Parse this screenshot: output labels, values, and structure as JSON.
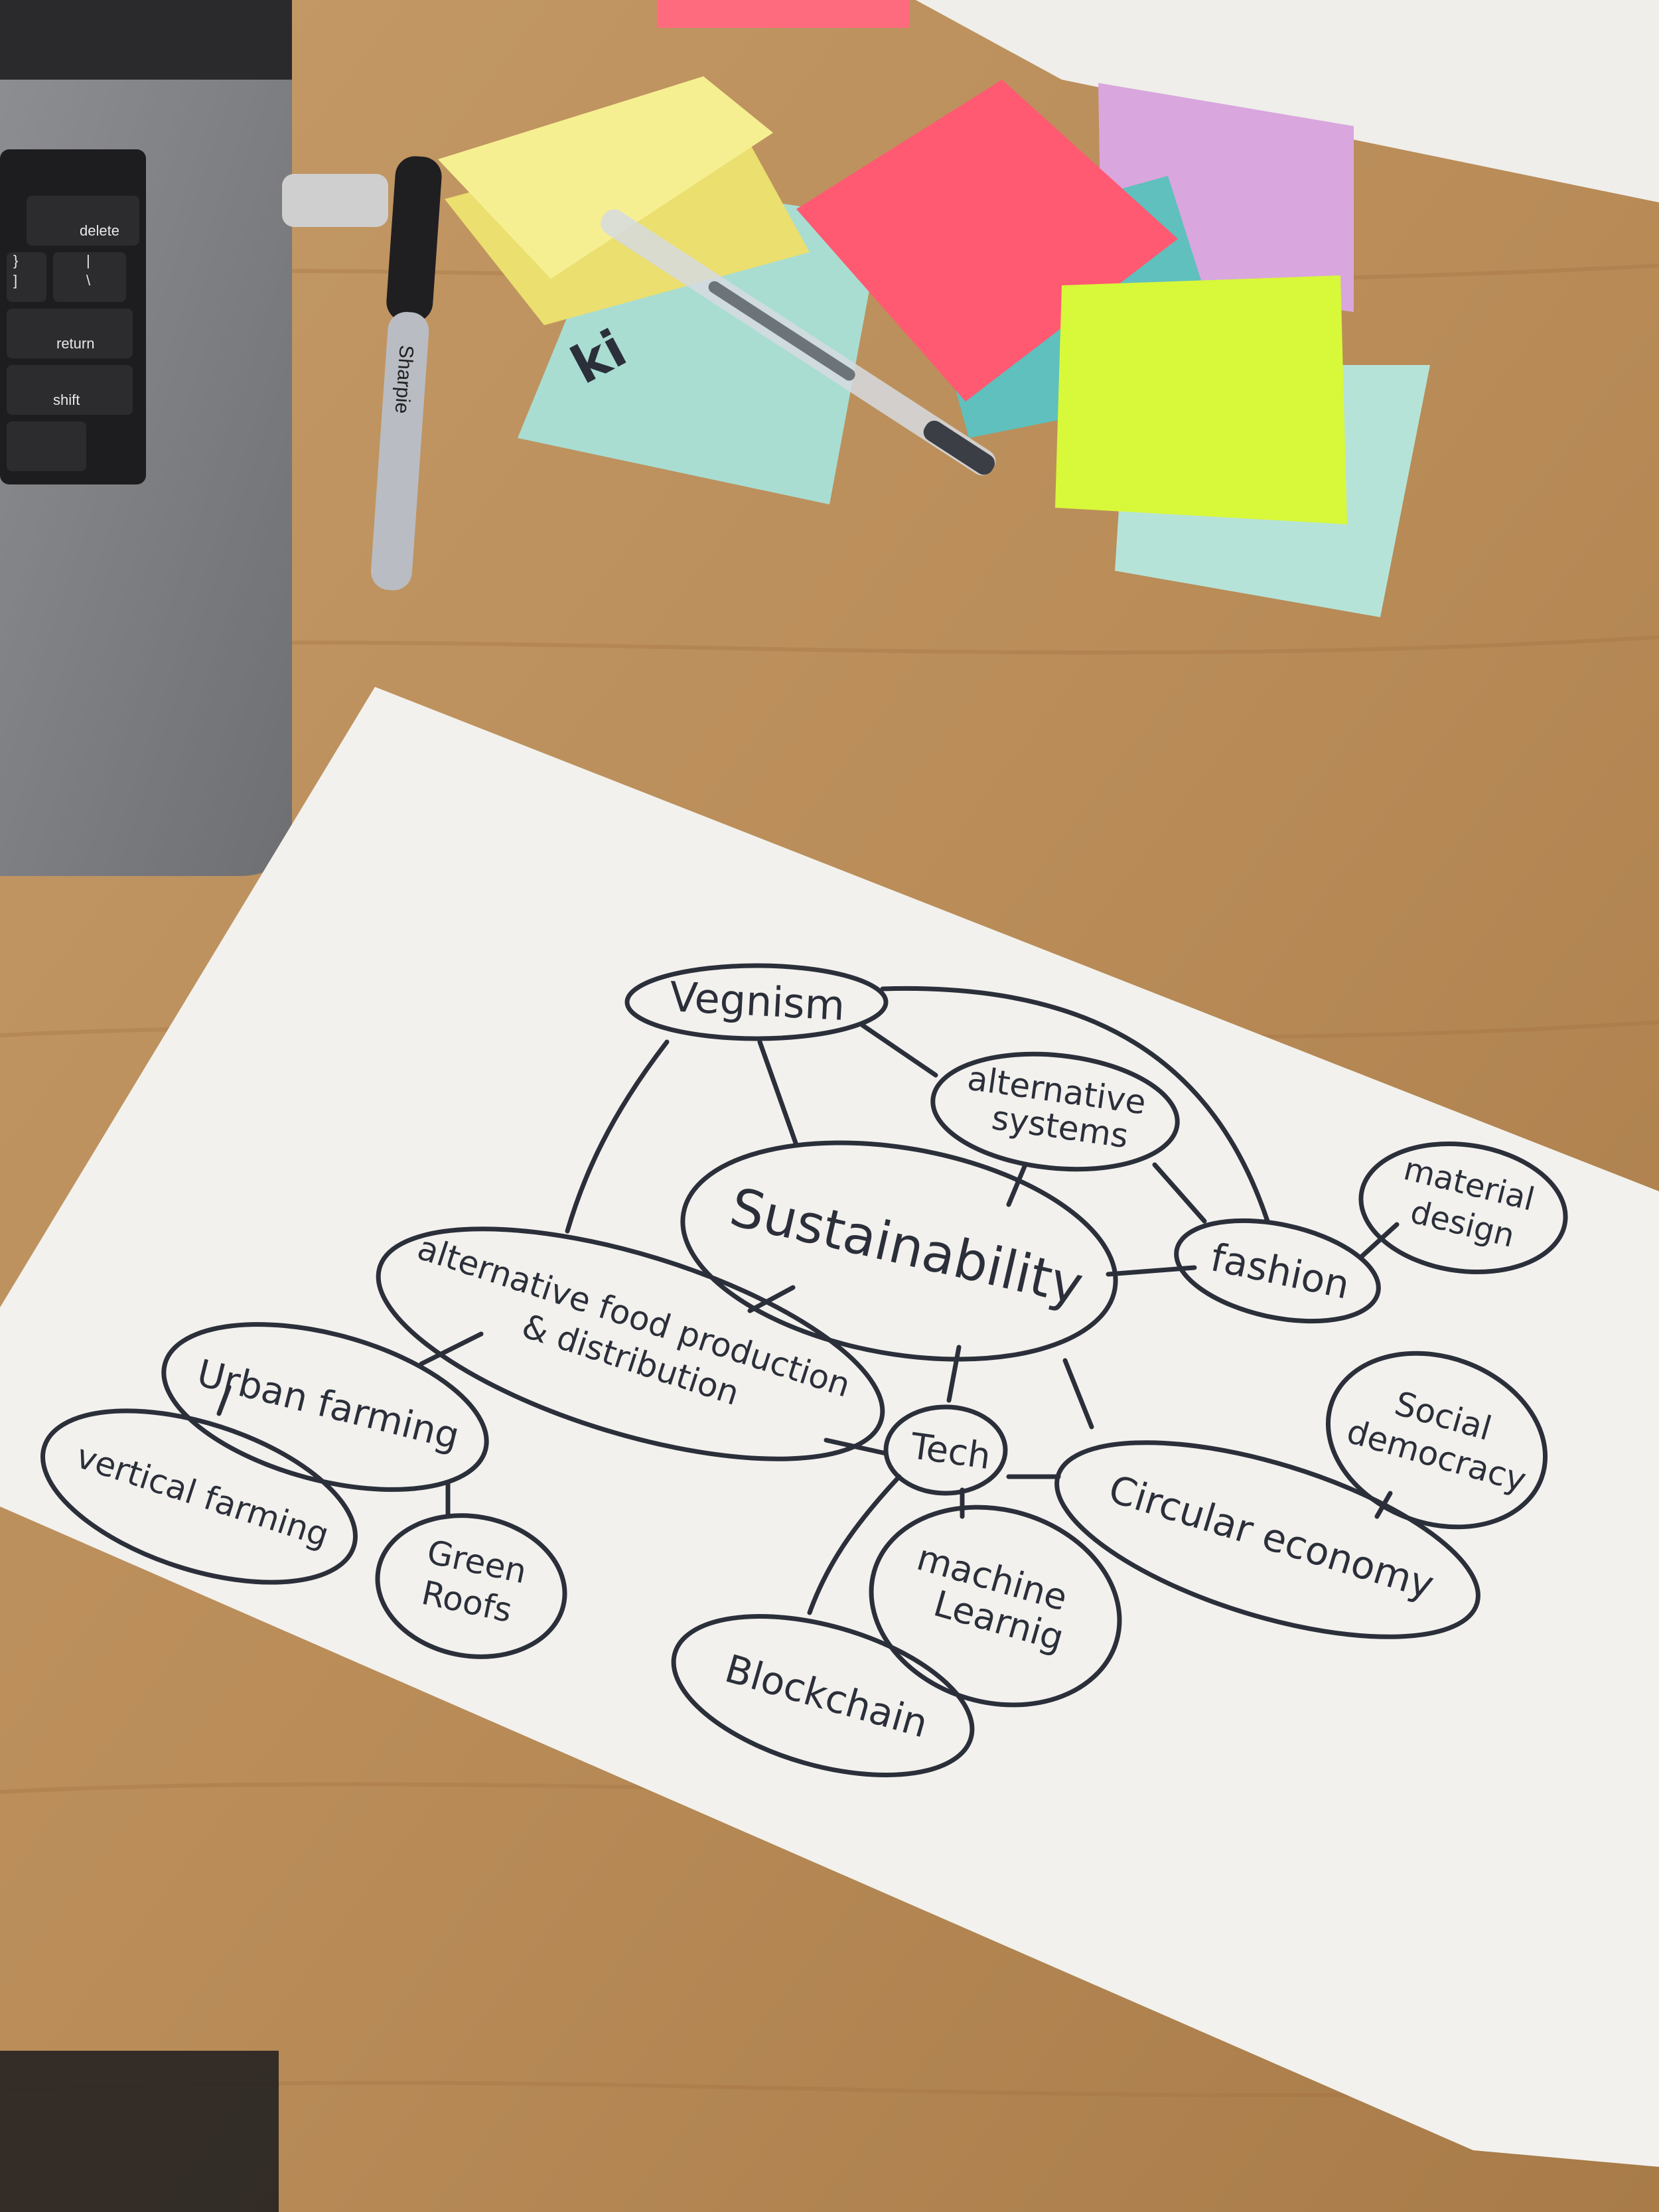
{
  "laptop": {
    "keys": [
      "delete",
      "return",
      "shift",
      "}",
      "]",
      "|",
      "\\"
    ]
  },
  "sticky_note": {
    "text": "ki"
  },
  "marker": {
    "brand": "Sharpie"
  },
  "mind_map": {
    "nodes": {
      "veganism": "Vegnism",
      "alt_systems_1": "alternative",
      "alt_systems_2": "systems",
      "sustainability": "Sustainability",
      "fashion": "fashion",
      "material_1": "material",
      "material_2": "design",
      "alt_food_1": "alternative food production",
      "alt_food_2": "& distribution",
      "urban_farming": "Urban farming",
      "vertical_farming": "vertical farming",
      "green_roofs_1": "Green",
      "green_roofs_2": "Roofs",
      "tech": "Tech",
      "social_1": "Social",
      "social_2": "democracy",
      "circular": "Circular economy",
      "ml_1": "machine",
      "ml_2": "Learnig",
      "blockchain": "Blockchain"
    }
  },
  "colors": {
    "desk": "#b98c58",
    "paper": "#f2f1ed",
    "ink": "#2b2f3a",
    "note_yellow": "#f6ef92",
    "note_teal": "#a9ddd2",
    "note_pink": "#ff5a72",
    "note_lime": "#d8f83a",
    "note_purple": "#d9a6de",
    "note_blue": "#5fc0bd"
  }
}
